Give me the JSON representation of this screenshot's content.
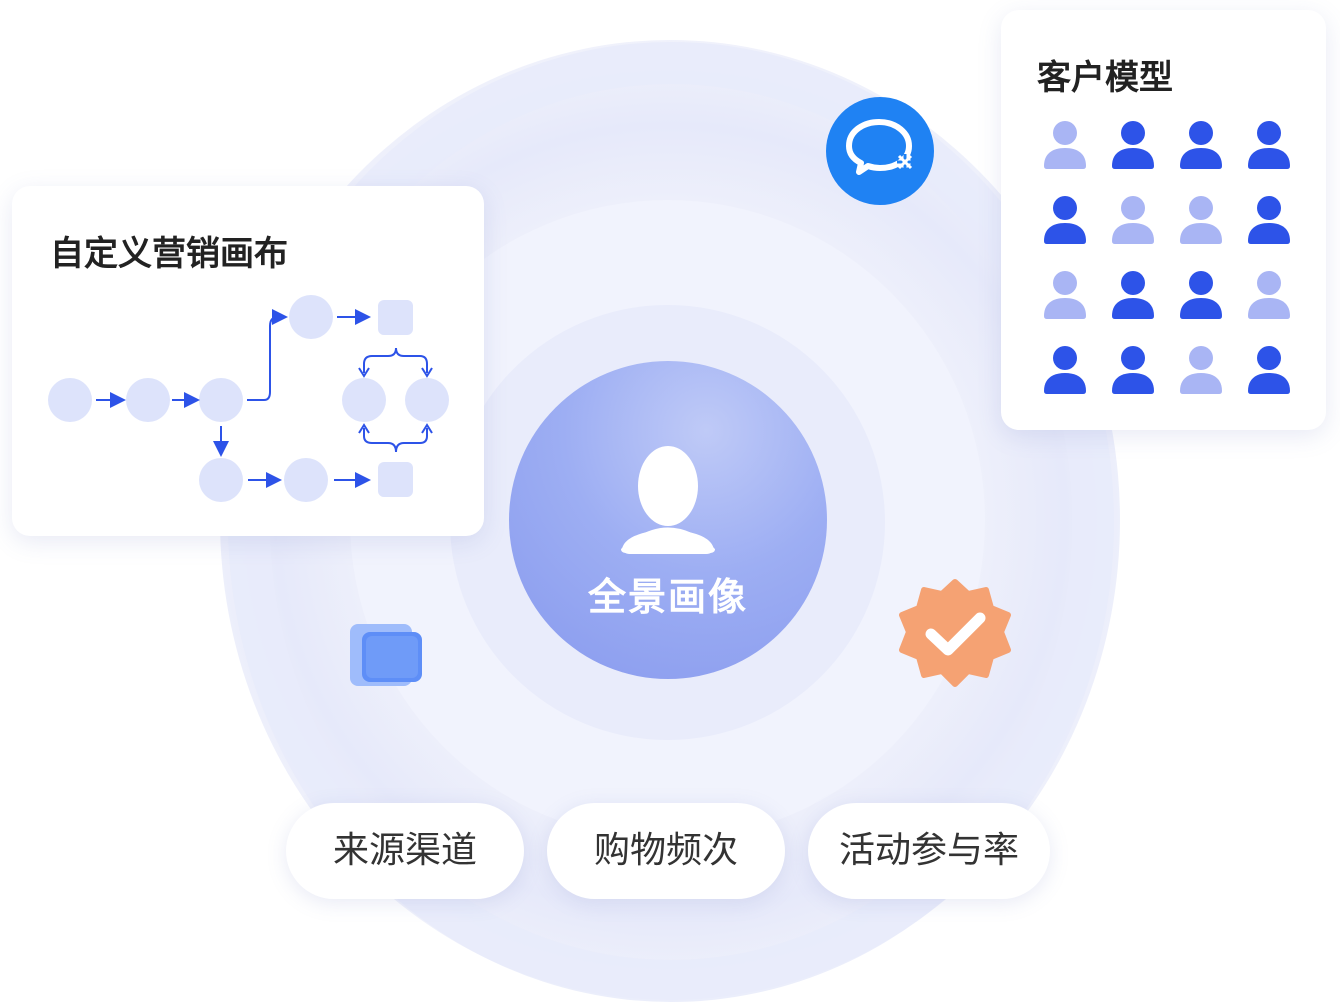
{
  "center": {
    "title": "全景画像"
  },
  "canvas_card": {
    "title": "自定义营销画布"
  },
  "model_card": {
    "title": "客户模型",
    "grid": [
      [
        "light",
        "dark",
        "dark",
        "dark"
      ],
      [
        "dark",
        "light",
        "light",
        "dark"
      ],
      [
        "light",
        "dark",
        "dark",
        "light"
      ],
      [
        "dark",
        "dark",
        "light",
        "dark"
      ]
    ]
  },
  "tags": [
    "来源渠道",
    "购物频次",
    "活动参与率"
  ],
  "icons": [
    "chat-icon",
    "copy-icon",
    "verified-badge-icon",
    "person-icon"
  ],
  "colors": {
    "accent": "#2d53e8",
    "light_person": "#a9b5f4",
    "node": "#dde3fb",
    "chat_blue": "#1f82f3",
    "badge_orange": "#f5a273",
    "copy_blue": "#5e8ef7"
  }
}
